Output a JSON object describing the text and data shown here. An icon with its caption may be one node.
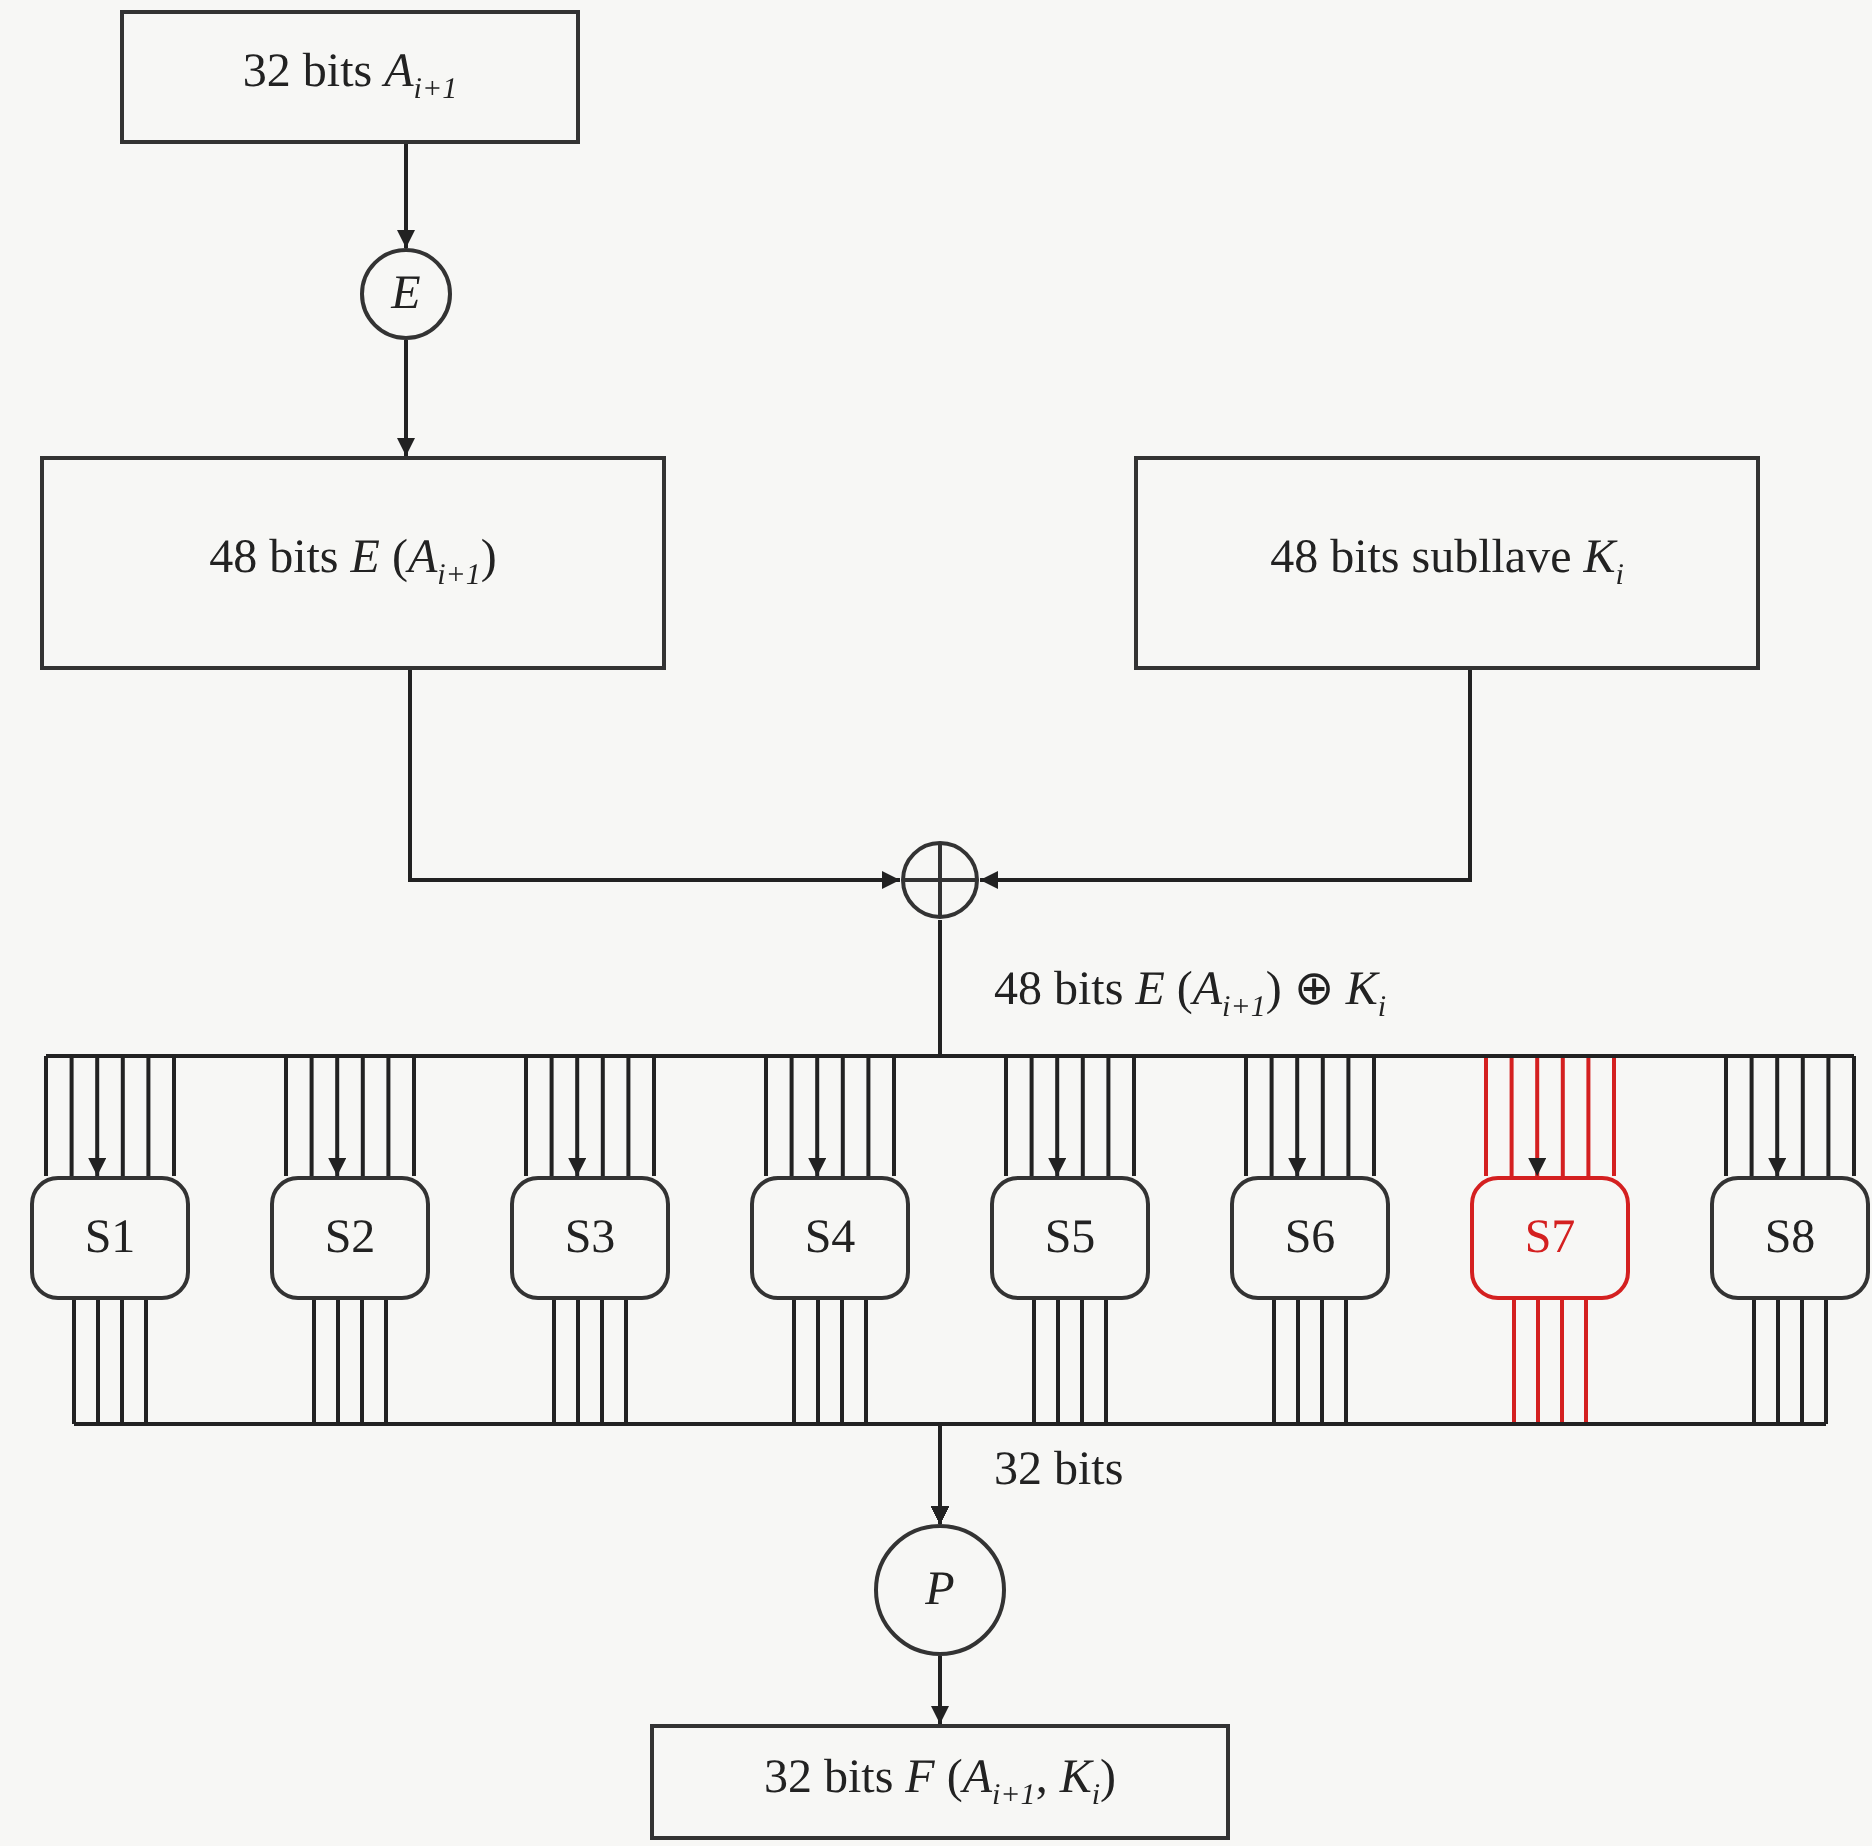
{
  "diagram": {
    "nodes": [
      {
        "text": [
          "32 bits *A*$_{i+1}$"
        ]
      },
      {
        "text": [
          "E"
        ]
      },
      {
        "text": [
          "48 bits *E* (*A*$_{i+1}$)"
        ]
      },
      {
        "text": [
          "48 bits subllave *K*$_{i}$"
        ]
      },
      {
        "text": [],
        "shape": "circle"
      },
      {
        "text": [
          "S1"
        ]
      },
      {
        "text": [
          "S2"
        ]
      },
      {
        "text": [
          "S3"
        ]
      },
      {
        "text": [
          "S4"
        ]
      },
      {
        "text": [
          "S5"
        ]
      },
      {
        "text": [
          "S6"
        ]
      },
      {
        "text": [
          "S7"
        ]
      },
      {
        "text": [
          "S8"
        ]
      },
      {
        "text": [
          "P"
        ]
      },
      {
        "text": [
          "32 bits *F* (*A*$_{i+1}$, *K*$_{i}$)"
        ]
      }
    ],
    "edges": [
      {
        "from": 0,
        "to": 1,
        "arrow": "to"
      },
      {
        "from": 1,
        "to": 2,
        "arrow": "to"
      },
      {
        "from": 2,
        "to": 4,
        "arrow": "to"
      },
      {
        "from": 3,
        "to": 4,
        "arrow": "to"
      },
      {
        "from": 4,
        "to": 5,
        "arrow": "to"
      },
      {
        "from": 4,
        "to": 6,
        "arrow": "to"
      },
      {
        "from": 4,
        "to": 7,
        "arrow": "to"
      },
      {
        "from": 4,
        "to": 8,
        "arrow": "to",
        "label": "48 bits *E* (*A*$_{i+1}$) ⊕ *K*$_{i}$"
      },
      {
        "from": 4,
        "to": 9,
        "arrow": "to"
      },
      {
        "from": 4,
        "to": 10,
        "arrow": "to"
      },
      {
        "from": 4,
        "to": 11,
        "arrow": "to",
        "color": "#d42020"
      },
      {
        "from": 4,
        "to": 12,
        "arrow": "to"
      },
      {
        "from": 5,
        "to": 13,
        "arrow": "to"
      },
      {
        "from": 6,
        "to": 13,
        "arrow": "to"
      },
      {
        "from": 7,
        "to": 13,
        "arrow": "to"
      },
      {
        "from": 8,
        "to": 13,
        "arrow": "to",
        "label": "32 bits"
      },
      {
        "from": 9,
        "to": 13,
        "arrow": "to"
      },
      {
        "from": 10,
        "to": 13,
        "arrow": "to"
      },
      {
        "from": 11,
        "to": 13,
        "arrow": "to",
        "color": "#d42020"
      },
      {
        "from": 12,
        "to": 13,
        "arrow": "to"
      },
      {
        "from": 13,
        "to": 14,
        "arrow": "to"
      }
    ]
  }
}
